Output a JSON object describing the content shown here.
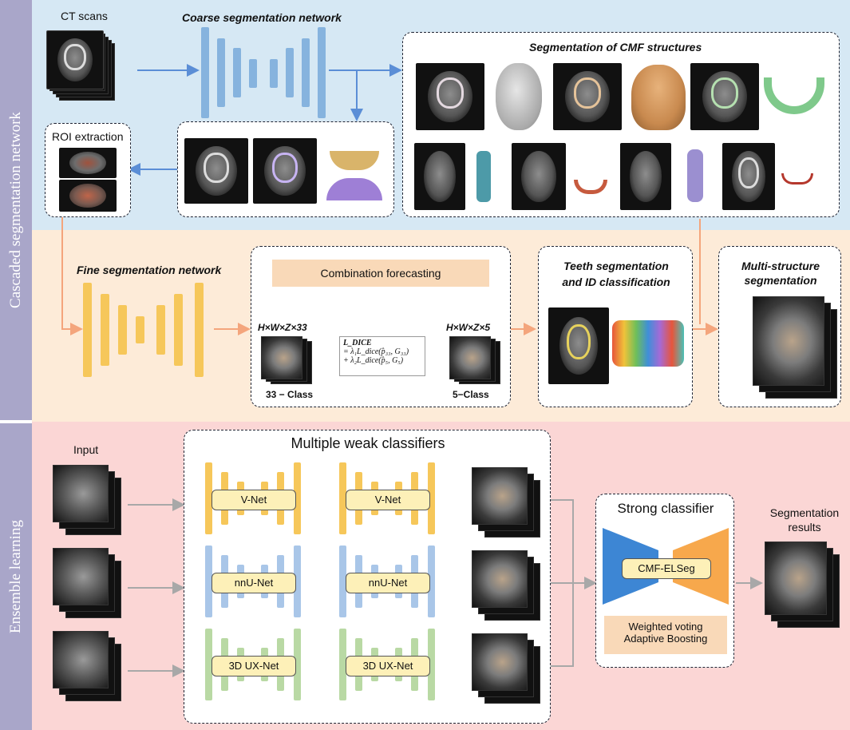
{
  "sidebar": {
    "cascaded_label": "Cascaded segmentation network",
    "ensemble_label": "Ensemble learning"
  },
  "colors": {
    "band_blue": "#d6e8f4",
    "band_orange": "#fdebd8",
    "band_pink": "#fbd6d5",
    "sidebar": "#a9a6c9",
    "unet_blue": "#86b3de",
    "unet_yellow": "#f6c75a",
    "unet_green": "#b9d9a4",
    "arrow_blue": "#5b8ed6",
    "arrow_orange": "#f4a57c",
    "arrow_gray": "#a8a8a8",
    "strong_blue": "#3d86d4",
    "strong_orange": "#f7a84c"
  },
  "top": {
    "ct_scans": "CT scans",
    "coarse_net": "Coarse segmentation network",
    "roi_extraction": "ROI extraction",
    "cmf_title": "Segmentation of CMF structures"
  },
  "middle": {
    "fine_net": "Fine segmentation network",
    "combination": "Combination forecasting",
    "left_dims": "H×W×Z×33",
    "right_dims": "H×W×Z×5",
    "left_class": "33 − Class",
    "right_class": "5−Class",
    "loss_title": "L_DICE",
    "loss_line1": "= λ₁L_dice(p̂₃₃, G₃₃)",
    "loss_line2": "+ λ₂L_dice(p̂₅, G₅)",
    "teeth_title_1": "Teeth segmentation",
    "teeth_title_2": "and ID classification",
    "multi_title_1": "Multi-structure",
    "multi_title_2": "segmentation"
  },
  "bottom": {
    "input": "Input",
    "weak_title": "Multiple weak classifiers",
    "nets": [
      "V-Net",
      "nnU-Net",
      "3D UX-Net"
    ],
    "strong_title": "Strong classifier",
    "strong_net": "CMF-ELSeg",
    "voting_line1": "Weighted voting",
    "voting_line2": "Adaptive Boosting",
    "results_1": "Segmentation",
    "results_2": "results"
  }
}
